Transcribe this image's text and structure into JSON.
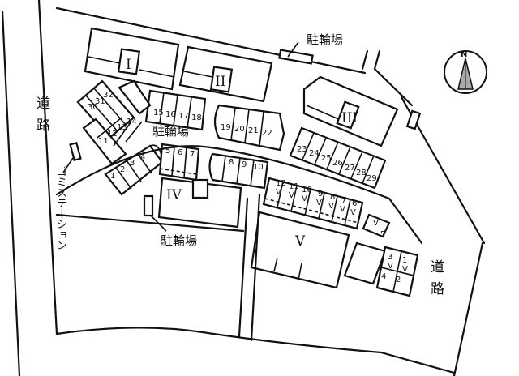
{
  "map": {
    "roads": {
      "left": "道路",
      "right": "道路"
    },
    "labels": {
      "bike_parking_top": "駐輪場",
      "bike_parking_mid": "駐輪場",
      "bike_parking_bottom": "駐輪場",
      "garbage_station": "ゴミステーション"
    },
    "compass": {
      "north_label": "N"
    },
    "buildings": [
      "I",
      "II",
      "III",
      "IV",
      "V"
    ],
    "parking_spaces": {
      "row_left_upper": [
        "30",
        "31",
        "32"
      ],
      "row_left_mid": [
        "11",
        "12",
        "13",
        "14"
      ],
      "row_top_left": [
        "15",
        "16",
        "17",
        "18"
      ],
      "row_top_mid": [
        "19",
        "20",
        "21",
        "22"
      ],
      "row_right": [
        "23",
        "24",
        "25",
        "26",
        "27",
        "28",
        "29"
      ],
      "row_lower_left": [
        "1",
        "2",
        "3",
        "4"
      ],
      "row_lower_mid": [
        "5",
        "6",
        "7"
      ],
      "row_lower_right": [
        "8",
        "9",
        "10"
      ],
      "row_v": [
        "12",
        "11",
        "10",
        "9",
        "8",
        "7",
        "6"
      ],
      "v_block": [
        "5",
        "3",
        "1",
        "4",
        "2"
      ],
      "v_mark": "V"
    }
  }
}
